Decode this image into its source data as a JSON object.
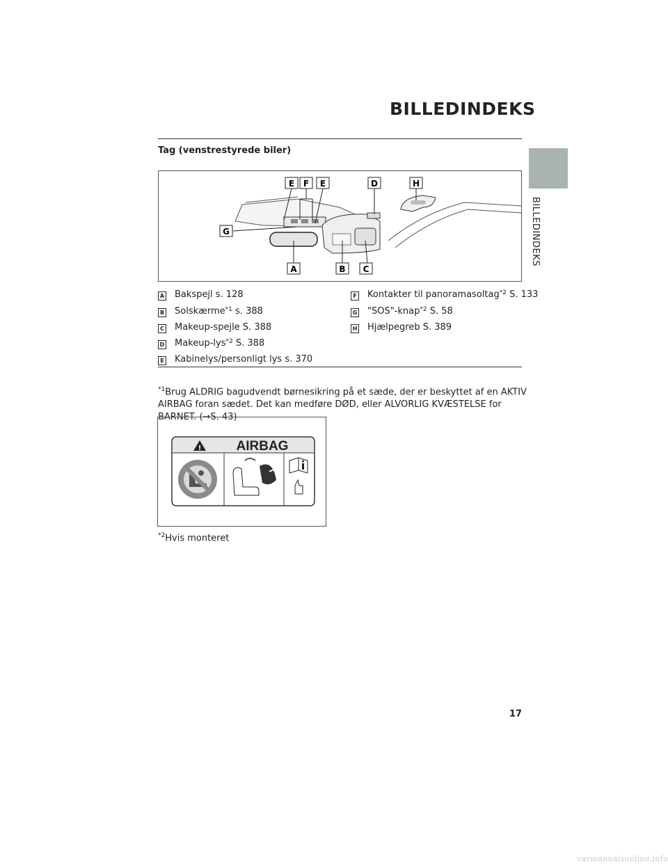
{
  "header": {
    "title": "BILLEDINDEKS"
  },
  "side_tab": {
    "label": "BILLEDINDEKS"
  },
  "section": {
    "heading": "Tag (venstrestyrede biler)"
  },
  "figure": {
    "callouts": [
      "E",
      "F",
      "E",
      "D",
      "H",
      "G",
      "A",
      "B",
      "C"
    ]
  },
  "legend": {
    "items": [
      {
        "letter": "A",
        "text": "Bakspejl s. 128",
        "sup": ""
      },
      {
        "letter": "B",
        "text": "Solskærme",
        "sup": "*1",
        "after": " s. 388"
      },
      {
        "letter": "C",
        "text": "Makeup-spejle S. 388",
        "sup": ""
      },
      {
        "letter": "D",
        "text": "Makeup-lys",
        "sup": "*2",
        "after": " S. 388"
      },
      {
        "letter": "E",
        "text": "Kabinelys/personligt lys s. 370",
        "sup": ""
      },
      {
        "letter": "F",
        "text": "Kontakter til panoramasoltag",
        "sup": "*2",
        "after": " S. 133"
      },
      {
        "letter": "G",
        "text": "\"SOS\"-knap",
        "sup": "*2",
        "after": " S. 58"
      },
      {
        "letter": "H",
        "text": "Hjælpegreb S. 389",
        "sup": ""
      }
    ]
  },
  "footnotes": {
    "fn1_mark": "*1",
    "fn1_text": "Brug ALDRIG bagudvendt børnesikring på et sæde, der er beskyttet af en AKTIV AIRBAG foran sædet. Det kan medføre DØD, eller ALVORLIG KVÆSTELSE for BARNET. (→S. 43)",
    "fn2_mark": "*2",
    "fn2_text": "Hvis monteret"
  },
  "airbag_label": {
    "text": "AIRBAG",
    "warning_symbol": "!"
  },
  "page_number": "17",
  "watermark": "carmanualsonline.info"
}
